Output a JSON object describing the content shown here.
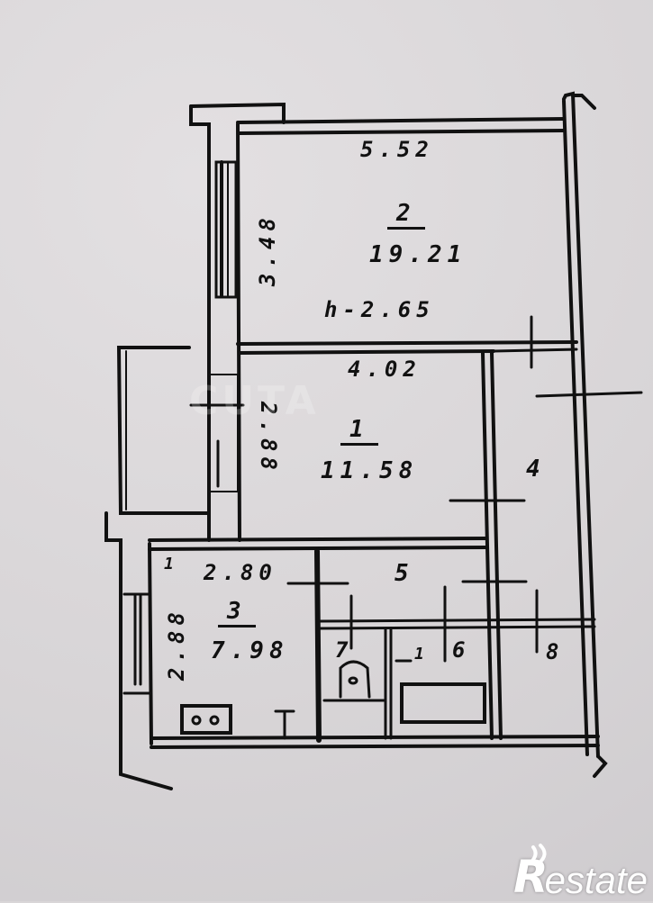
{
  "plan": {
    "rooms": [
      {
        "id": "room-2",
        "number": "2",
        "area": "19.21",
        "width": "5.52",
        "length": "3.48",
        "ceiling_height": "h-2.65"
      },
      {
        "id": "room-1",
        "number": "1",
        "area": "11.58",
        "width": "4.02",
        "length": "2.88"
      },
      {
        "id": "room-3",
        "number": "3",
        "area": "7.98",
        "width": "2.80",
        "length": "2.88",
        "side_mark": "1"
      },
      {
        "id": "room-4",
        "number": "4"
      },
      {
        "id": "room-5",
        "number": "5"
      },
      {
        "id": "room-6",
        "number": "6"
      },
      {
        "id": "room-7",
        "number": "7"
      },
      {
        "id": "room-8",
        "number": "8"
      }
    ],
    "bath_mark": "1",
    "watermark": "CUTA"
  },
  "branding": {
    "logo_letter": "R",
    "logo_text": "estate",
    "logo_color": "#ffffff"
  },
  "colors": {
    "paper": "#d9d6d8",
    "ink": "#111111"
  }
}
